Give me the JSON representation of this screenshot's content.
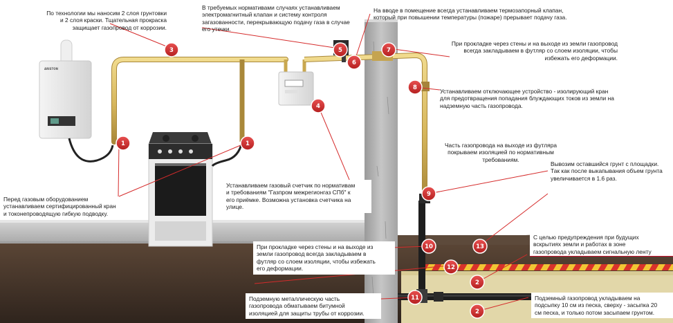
{
  "colors": {
    "marker": "#d52b2b",
    "leader_line": "#d52b2b",
    "pipe": "#d6b65c",
    "warning_tape_red": "#d8322b",
    "warning_tape_yellow": "#f2c534",
    "sand": "#e2d7a9",
    "soil": "#4a3a2e",
    "concrete": "#bdbdbd"
  },
  "appliance": {
    "boiler_brand": "ARISTON"
  },
  "markers": [
    "1",
    "1",
    "2",
    "2",
    "3",
    "4",
    "5",
    "6",
    "7",
    "8",
    "9",
    "10",
    "11",
    "12",
    "13"
  ],
  "callouts": {
    "c3": [
      "По технологии мы наносим 2 слоя грунтовки",
      "и 2 слоя краски. Тщательная прокраска",
      "защищает газопровод от коррозии."
    ],
    "c5": [
      "В требуемых нормативами случаях устанавливаем",
      "электромагнитный клапан и систему контроля",
      "загазованности, перекрывающую подачу газа в случае",
      "его утечки."
    ],
    "c6": [
      "На вводе в помещение всегда устанавливаем термозапорный клапан,",
      "который при повышении температуры (пожаре) прерывает подачу газа."
    ],
    "c7": [
      "При прокладке через стены и на выходе из земли газопровод",
      "всегда закладываем в футляр со слоем изоляции, чтобы",
      "избежать его деформации."
    ],
    "c8": [
      "Устанавливаем отключающее устройство - изолирующий кран",
      "для предотвращения попадания блуждающих токов из земли на",
      "надземную часть газопровода."
    ],
    "c9": [
      "Часть газопровода на выходе из футляра",
      "покрываем изоляцией по нормативным",
      "требованиям."
    ],
    "c13a": [
      "Вывозим оставшийся грунт с площадки.",
      "Так как после выкапывания объем грунта",
      "увеличивается в 1.6 раз."
    ],
    "c1": [
      "Перед газовым оборудованием",
      "устанавливаем сертифицированный кран",
      "и токонепроводящую гибкую подводку."
    ],
    "c4": [
      "Устанавливаем газовый счетчик по нормативам",
      "и требованиям \"Газпром межрегионгаз СПб\" к",
      "его приёмке. Возможна установка счетчика на",
      "улице."
    ],
    "c10": [
      "При прокладке через стены и на выходе из",
      "земли газопровод всегда закладываем в",
      "футляр со слоем изоляции, чтобы избежать",
      "его деформации."
    ],
    "c12": [
      "С целью предупреждения при будущих",
      "вскрытиях земли и работах в зоне",
      "газопровода укладываем сигнальную ленту"
    ],
    "c11": [
      "Подземную металлическую часть",
      "газопровода обматываем битумной",
      "изоляцией для защиты трубы от коррозии."
    ],
    "c2": [
      "Подземный газопровод укладываем на",
      "подсыпку 10 см из песка, сверху - засыпка 20",
      "см песка, и только потом засыпаем грунтом."
    ]
  }
}
